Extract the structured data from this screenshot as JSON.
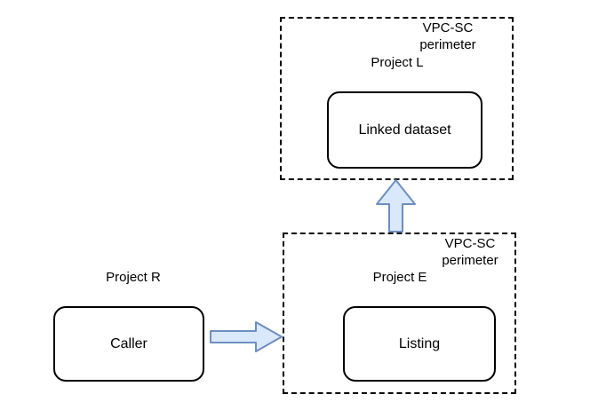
{
  "colors": {
    "arrow_fill": "#dae8fc",
    "arrow_stroke": "#6c8ebf",
    "node_border": "#000000",
    "perimeter_border": "#000000",
    "text": "#000000",
    "background": "#ffffff"
  },
  "diagram": {
    "perimeter_top": {
      "label": "VPC-SC perimeter",
      "project_label": "Project L",
      "node_label": "Linked dataset"
    },
    "perimeter_bottom": {
      "label": "VPC-SC perimeter",
      "project_label": "Project E",
      "node_label": "Listing"
    },
    "external": {
      "project_label": "Project R",
      "node_label": "Caller"
    },
    "arrows": [
      {
        "name": "caller-to-listing-perimeter",
        "direction": "right",
        "from": "Caller",
        "to": "VPC-SC perimeter (Project E)"
      },
      {
        "name": "listing-perimeter-to-linked-dataset-perimeter",
        "direction": "up",
        "from": "VPC-SC perimeter (Project E)",
        "to": "VPC-SC perimeter (Project L)"
      }
    ]
  }
}
